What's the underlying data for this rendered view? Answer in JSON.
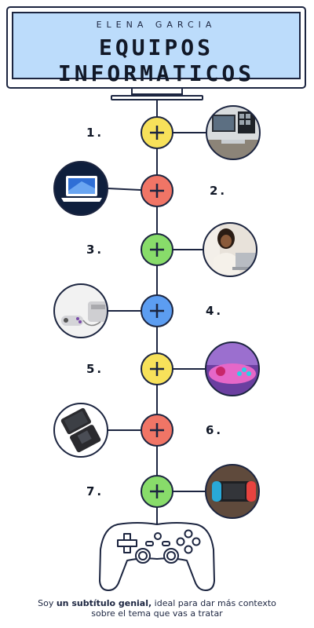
{
  "header": {
    "author": "ELENA GARCIA",
    "title_line1": "EQUIPOS",
    "title_line2": "INFORMATICOS"
  },
  "steps": [
    {
      "number": "1.",
      "node_color": "#f7e15a",
      "image": "computer-setup-photo"
    },
    {
      "number": "2.",
      "node_color": "#f07566",
      "image": "laptop-icon"
    },
    {
      "number": "3.",
      "node_color": "#88dc6a",
      "image": "woman-at-laptop-photo"
    },
    {
      "number": "4.",
      "node_color": "#5c9df1",
      "image": "retro-console-photo"
    },
    {
      "number": "5.",
      "node_color": "#f7e15a",
      "image": "pink-gamepad-photo"
    },
    {
      "number": "6.",
      "node_color": "#f07566",
      "image": "handheld-console-icon"
    },
    {
      "number": "7.",
      "node_color": "#88dc6a",
      "image": "switch-console-photo"
    }
  ],
  "footer": {
    "prefix": "Soy ",
    "bold": "un subtítulo genial,",
    "suffix": " ideal para dar más contexto",
    "line2": "sobre el tema que vas a tratar"
  },
  "colors": {
    "ink": "#1c2540",
    "screen": "#bcdcfb"
  }
}
